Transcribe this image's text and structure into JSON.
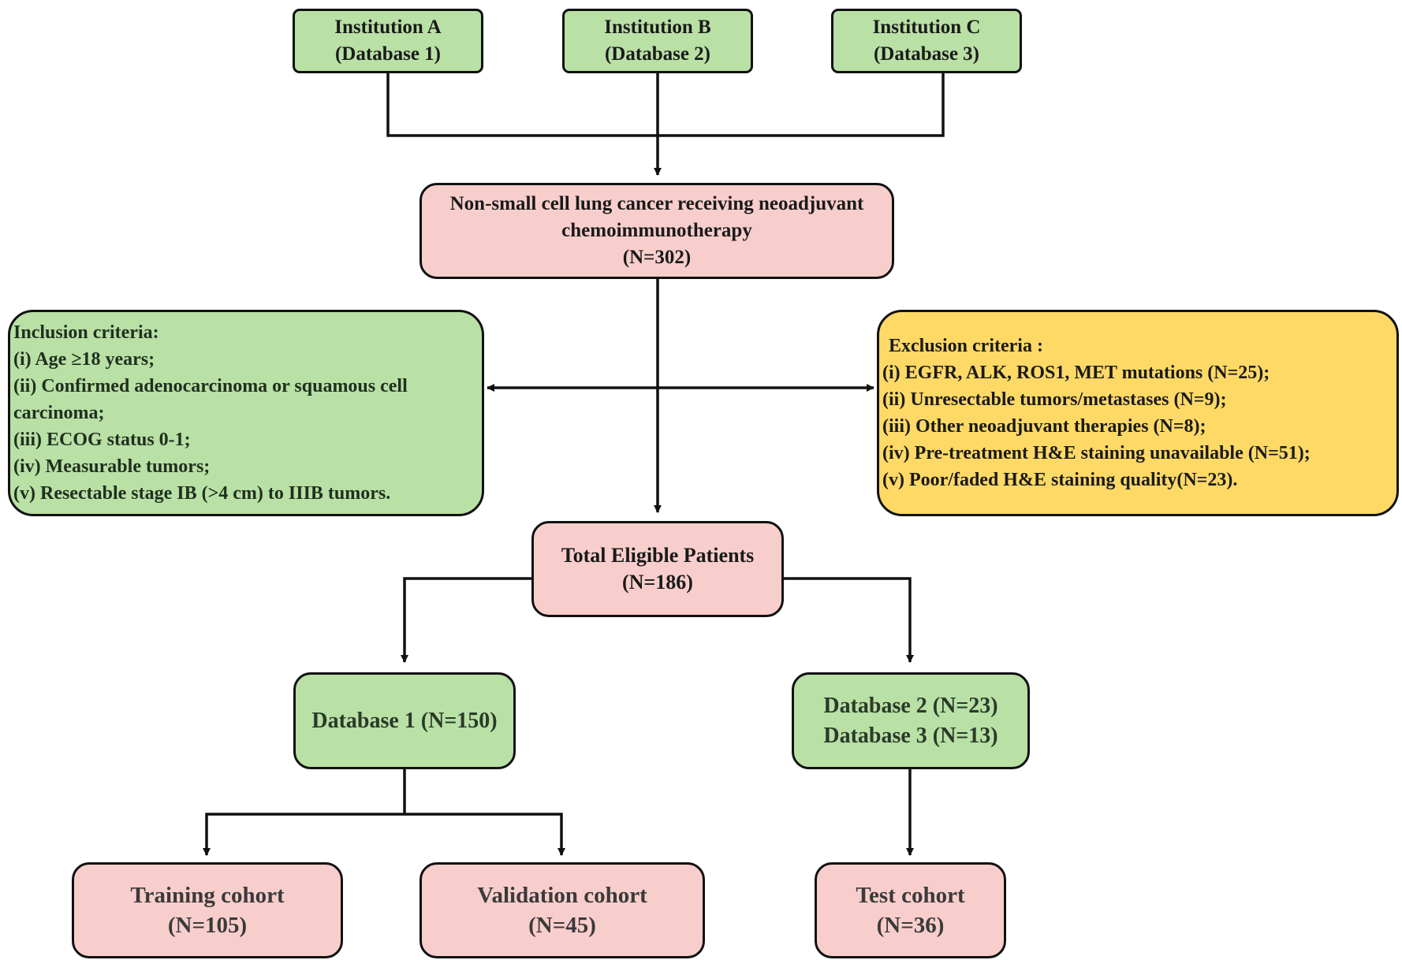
{
  "sources": [
    {
      "name": "Institution A",
      "db": "(Database 1)"
    },
    {
      "name": "Institution B",
      "db": "(Database 2)"
    },
    {
      "name": "Institution C",
      "db": "(Database 3)"
    }
  ],
  "population": {
    "line1": "Non-small cell lung cancer receiving neoadjuvant",
    "line2": "chemoimmunotherapy",
    "n": "(N=302)"
  },
  "inclusion": {
    "title": "Inclusion criteria:",
    "items": [
      "(i) Age ≥18 years;",
      "(ii) Confirmed adenocarcinoma or squamous cell",
      "carcinoma;",
      "(iii) ECOG status 0-1;",
      "(iv) Measurable tumors;",
      "(v) Resectable stage IB (>4 cm) to IIIB tumors."
    ]
  },
  "exclusion": {
    "title": "Exclusion criteria :",
    "items": [
      "(i) EGFR, ALK, ROS1, MET mutations (N=25);",
      "(ii) Unresectable tumors/metastases (N=9);",
      "(iii) Other neoadjuvant therapies (N=8);",
      "(iv) Pre-treatment H&E staining unavailable (N=51);",
      "(v) Poor/faded H&E staining quality(N=23)."
    ]
  },
  "eligible": {
    "title": "Total Eligible Patients",
    "n": "(N=186)"
  },
  "db1": {
    "label": "Database 1 (N=150)"
  },
  "db23": {
    "line1": "Database 2 (N=23)",
    "line2": "Database 3 (N=13)"
  },
  "cohorts": [
    {
      "title": "Training cohort",
      "n": "(N=105)"
    },
    {
      "title": "Validation cohort",
      "n": "(N=45)"
    },
    {
      "title": "Test cohort",
      "n": "(N=36)"
    }
  ],
  "colors": {
    "green": "#b9e0a5",
    "pink": "#f8cecc",
    "yellow": "#ffd966",
    "stroke": "#111111"
  }
}
